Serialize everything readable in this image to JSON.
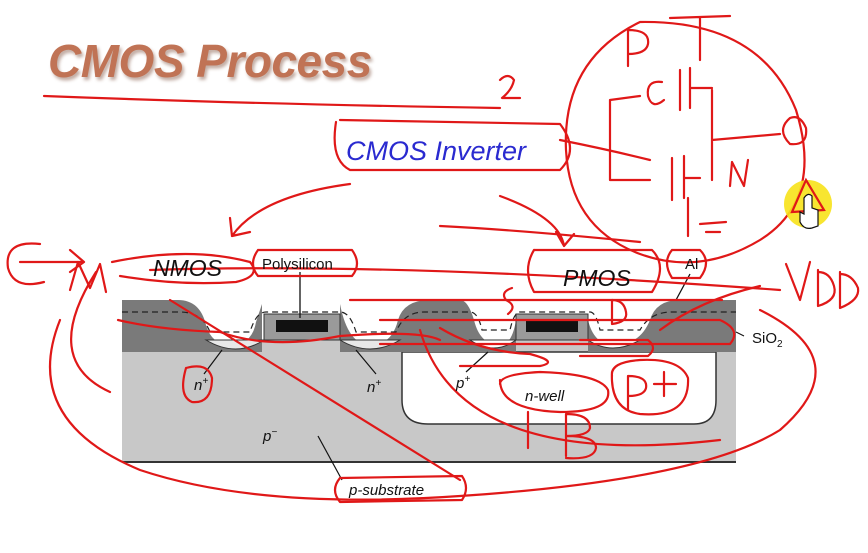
{
  "slide": {
    "title": "CMOS Process",
    "subtitle": "CMOS Inverter"
  },
  "cross_section": {
    "nmos_label": "NMOS",
    "pmos_label": "PMOS",
    "polysilicon_label": "Polysilicon",
    "al_label": "Al",
    "sio2_label": "SiO",
    "sio2_subscript": "2",
    "n_plus_left": "n",
    "n_plus_right": "n",
    "p_plus": "p",
    "plus_sign": "+",
    "n_well": "n-well",
    "p_minus": "p",
    "minus_sign": "−",
    "p_substrate": "p-substrate"
  },
  "annotations": {
    "ink_color": "#e01818",
    "handwritten": [
      "2",
      "P",
      "N",
      "G",
      "D",
      "S",
      "S",
      "D",
      "VDD",
      "P+",
      "B"
    ]
  },
  "colors": {
    "title": "#c07355",
    "subtitle": "#2a2ad0",
    "substrate": "#c8c8c8",
    "oxide": "#7a7a7a",
    "well": "#ffffff",
    "highlight": "#f7e21a"
  }
}
